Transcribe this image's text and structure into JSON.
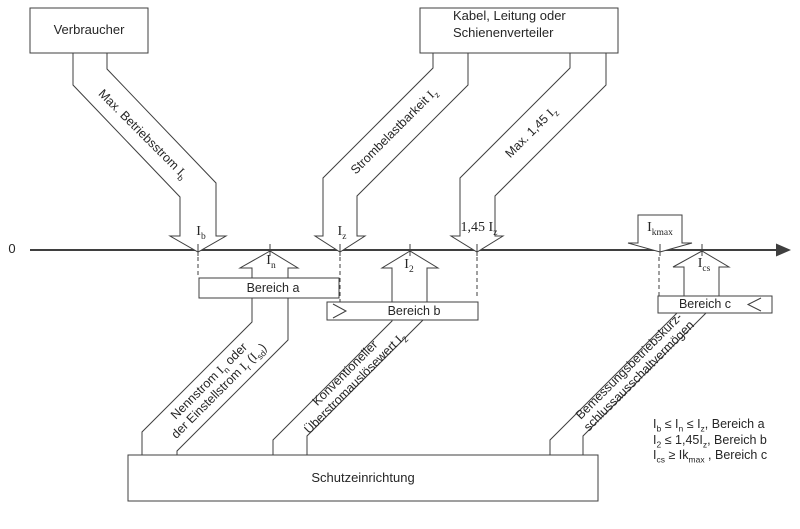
{
  "colors": {
    "line": "#3f3f3f",
    "text": "#262626",
    "background": "#ffffff"
  },
  "boxes": {
    "verbraucher": "Verbraucher",
    "kabel": {
      "line1": "Kabel, Leitung oder",
      "line2": "Schienenverteiler"
    },
    "schutzeinrichtung": "Schutzeinrichtung"
  },
  "axis": {
    "origin": "0"
  },
  "symbols": {
    "ib": [
      "I",
      "b"
    ],
    "iz": [
      "I",
      "z"
    ],
    "i145": [
      "1,45 ",
      "I",
      "z"
    ],
    "ikmax": [
      "I",
      "kmax"
    ],
    "in": [
      "I",
      "n"
    ],
    "i2": [
      "I",
      "2"
    ],
    "ics": [
      "I",
      "cs"
    ]
  },
  "banners": {
    "betriebsstrom": [
      "Max. Betriebsstrom ",
      "I",
      "b"
    ],
    "strombelastbarkeit": [
      "Strombelastbarkeit ",
      "I",
      "z"
    ],
    "max145": [
      "Max. 1,45 ",
      "I",
      "z"
    ],
    "nennstrom": {
      "line1": [
        "Nennstrom ",
        "I",
        "n",
        " oder"
      ],
      "line2": [
        "der Einstellstrom ",
        "I",
        "r",
        " (",
        "I",
        "sd",
        ")"
      ]
    },
    "konventioneller": {
      "line1": "Konventioneller",
      "line2": [
        "Überstromauslösewert ",
        "I",
        "2"
      ]
    },
    "bemessung": {
      "line1": "Bemessungsbetriebskurz-",
      "line2": "schlussausschaltvermögen"
    }
  },
  "bereiche": {
    "a": "Bereich a",
    "b": "Bereich b",
    "c": "Bereich c"
  },
  "formulas": {
    "f1": [
      "I",
      "b",
      " ≤ ",
      "I",
      "n",
      " ≤ ",
      "I",
      "z",
      ", Bereich a"
    ],
    "f2": [
      "I",
      "2",
      " ≤ 1,45",
      "I",
      "z",
      ", Bereich b"
    ],
    "f3": [
      "I",
      "cs",
      " ≥ Ik",
      "max",
      " , Bereich c"
    ]
  }
}
